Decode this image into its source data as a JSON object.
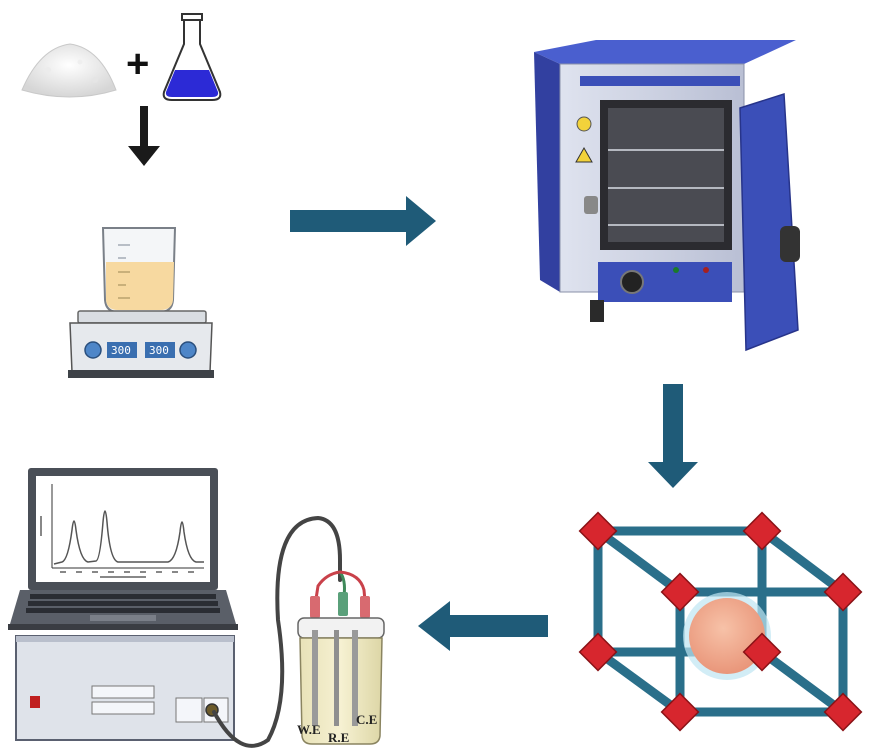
{
  "reagents": {
    "plus_symbol": "+"
  },
  "hotplate": {
    "display_left": "300",
    "display_right": "300"
  },
  "electrodes": {
    "working": "W.E",
    "reference": "R.E",
    "counter": "C.E"
  },
  "colors": {
    "arrow": "#1f5b78",
    "oven_blue": "#3b4fb8",
    "lattice_frame": "#2a6f8a",
    "lattice_node": "#d7262e",
    "core_sphere": "#f0a98a",
    "flask_liquid": "#2c2ad6",
    "beaker_liquid": "#f7d9a0"
  }
}
